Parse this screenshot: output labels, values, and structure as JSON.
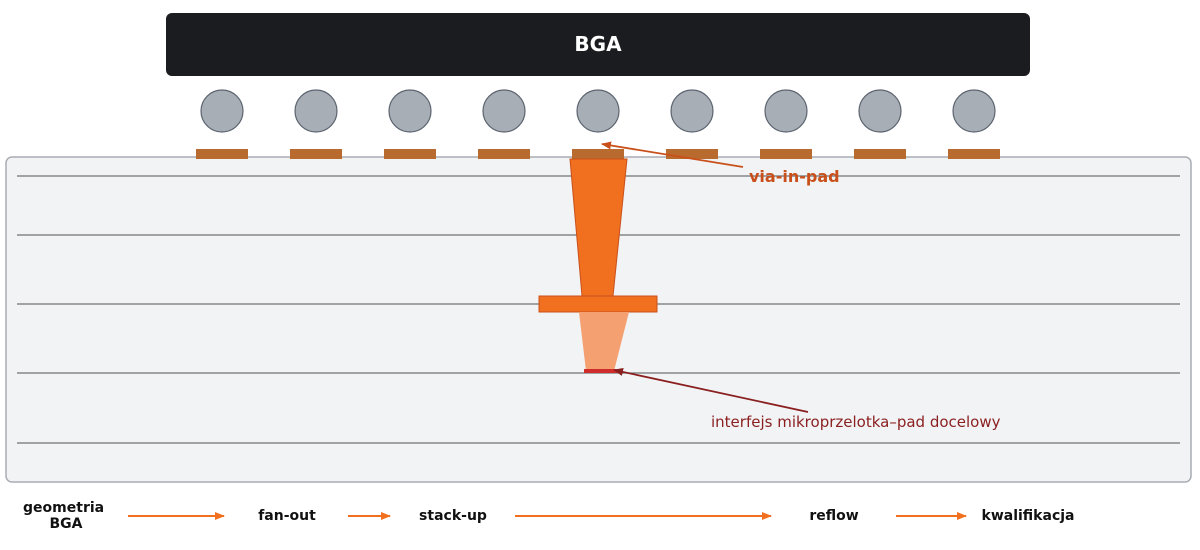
{
  "chip": {
    "label": "BGA"
  },
  "balls": {
    "count": 9
  },
  "annotations": {
    "via_in_pad": "via-in-pad",
    "interface": "interfejs mikroprzelotka–pad docelowy"
  },
  "flow": {
    "steps": [
      {
        "line1": "geometria",
        "line2": "BGA"
      },
      {
        "line1": "fan-out"
      },
      {
        "line1": "stack-up"
      },
      {
        "line1": "reflow"
      },
      {
        "line1": "kwalifikacja"
      }
    ]
  },
  "colors": {
    "chip": "#1b1c1f",
    "ball_fill": "#a8aeb5",
    "ball_stroke": "#5c6470",
    "pad": "#b96a2e",
    "board_fill": "#f2f3f5",
    "board_stroke": "#a8adb4",
    "layer_line": "#6f7378",
    "via_top": "#f07020",
    "via_bottom": "#f4a070",
    "capture_pad": "#f07020",
    "interface_bar": "#d12c2c",
    "accent_orange": "#c9501a",
    "accent_dark_red": "#8a1f1f",
    "flow_arrow": "#f07020"
  }
}
